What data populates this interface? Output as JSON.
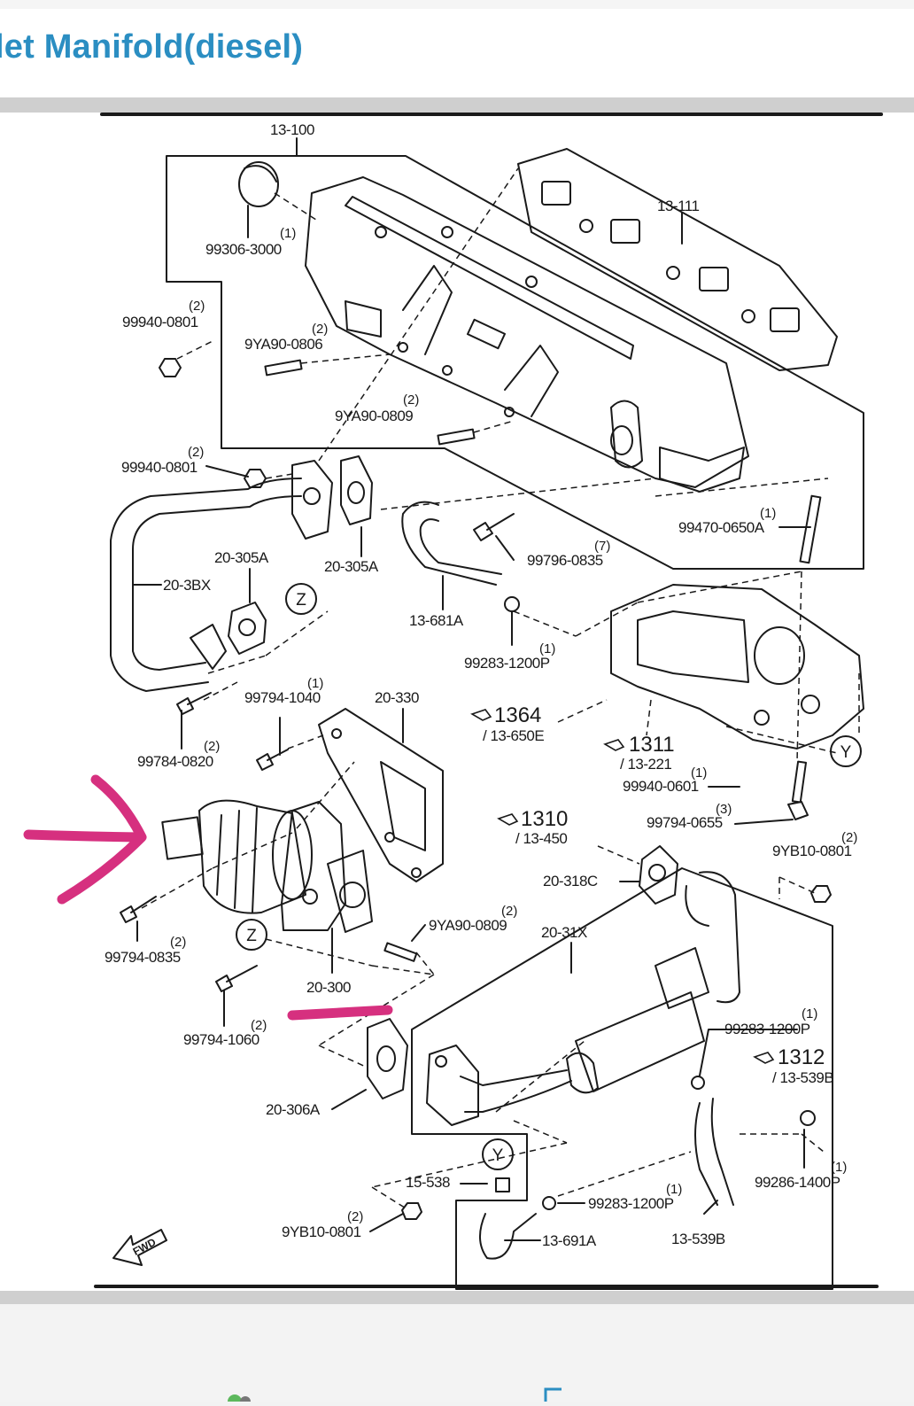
{
  "header": {
    "title": "let Manifold(diesel)"
  },
  "diagram": {
    "part_labels": {
      "p13_100": "13-100",
      "p13_111": "13-111",
      "p99306_3000": "99306-3000",
      "p99940_0801_a": "99940-0801",
      "p9ya90_0806": "9YA90-0806",
      "p9ya90_0809_a": "9YA90-0809",
      "p99940_0801_b": "99940-0801",
      "p99470_0650a": "99470-0650A",
      "p99796_0835": "99796-0835",
      "p20_305a_a": "20-305A",
      "p20_305a_b": "20-305A",
      "p20_3bx": "20-3BX",
      "p13_681a": "13-681A",
      "p99283_1200p_a": "99283-1200P",
      "p99794_1040": "99794-1040",
      "p20_330": "20-330",
      "p99784_0820": "99784-0820",
      "p13_650e": "/ 13-650E",
      "p13_221": "/ 13-221",
      "p99940_0601": "99940-0601",
      "p99794_0655": "99794-0655",
      "p13_450": "/ 13-450",
      "p9yb10_0801_a": "9YB10-0801",
      "p20_318c": "20-318C",
      "p99794_0835": "99794-0835",
      "p9ya90_0809_b": "9YA90-0809",
      "p20_31x": "20-31X",
      "p20_300": "20-300",
      "p99794_1060": "99794-1060",
      "p99283_1200p_b": "99283-1200P",
      "p13_539b_a": "/ 13-539B",
      "p20_306a": "20-306A",
      "p15_538": "15-538",
      "p99286_1400p": "99286-1400P",
      "p99283_1200p_c": "99283-1200P",
      "p9yb10_0801_b": "9YB10-0801",
      "p13_691a": "13-691A",
      "p13_539b_b": "13-539B"
    },
    "quantities": {
      "q99306": "(1)",
      "q99940a": "(2)",
      "q9ya90_0806": "(2)",
      "q9ya90_0809a": "(2)",
      "q99940b": "(2)",
      "q99470": "(1)",
      "q99796": "(7)",
      "q99283a": "(1)",
      "q99794_1040": "(1)",
      "q99784": "(2)",
      "q99940_0601": "(1)",
      "q99794_0655": "(3)",
      "q9yb10a": "(2)",
      "q99794_0835": "(2)",
      "q9ya90_0809b": "(2)",
      "q99794_1060": "(2)",
      "q99283b": "(1)",
      "q99286": "(1)",
      "q99283c": "(1)",
      "q9yb10b": "(2)"
    },
    "references": {
      "r1364": "1364",
      "r1311": "1311",
      "r1310": "1310",
      "r1312": "1312"
    },
    "markers": {
      "z": "Z",
      "y": "Y"
    },
    "fwd_label": "FWD"
  },
  "colors": {
    "title": "#2b8ec2",
    "annotation": "#d6307f"
  }
}
